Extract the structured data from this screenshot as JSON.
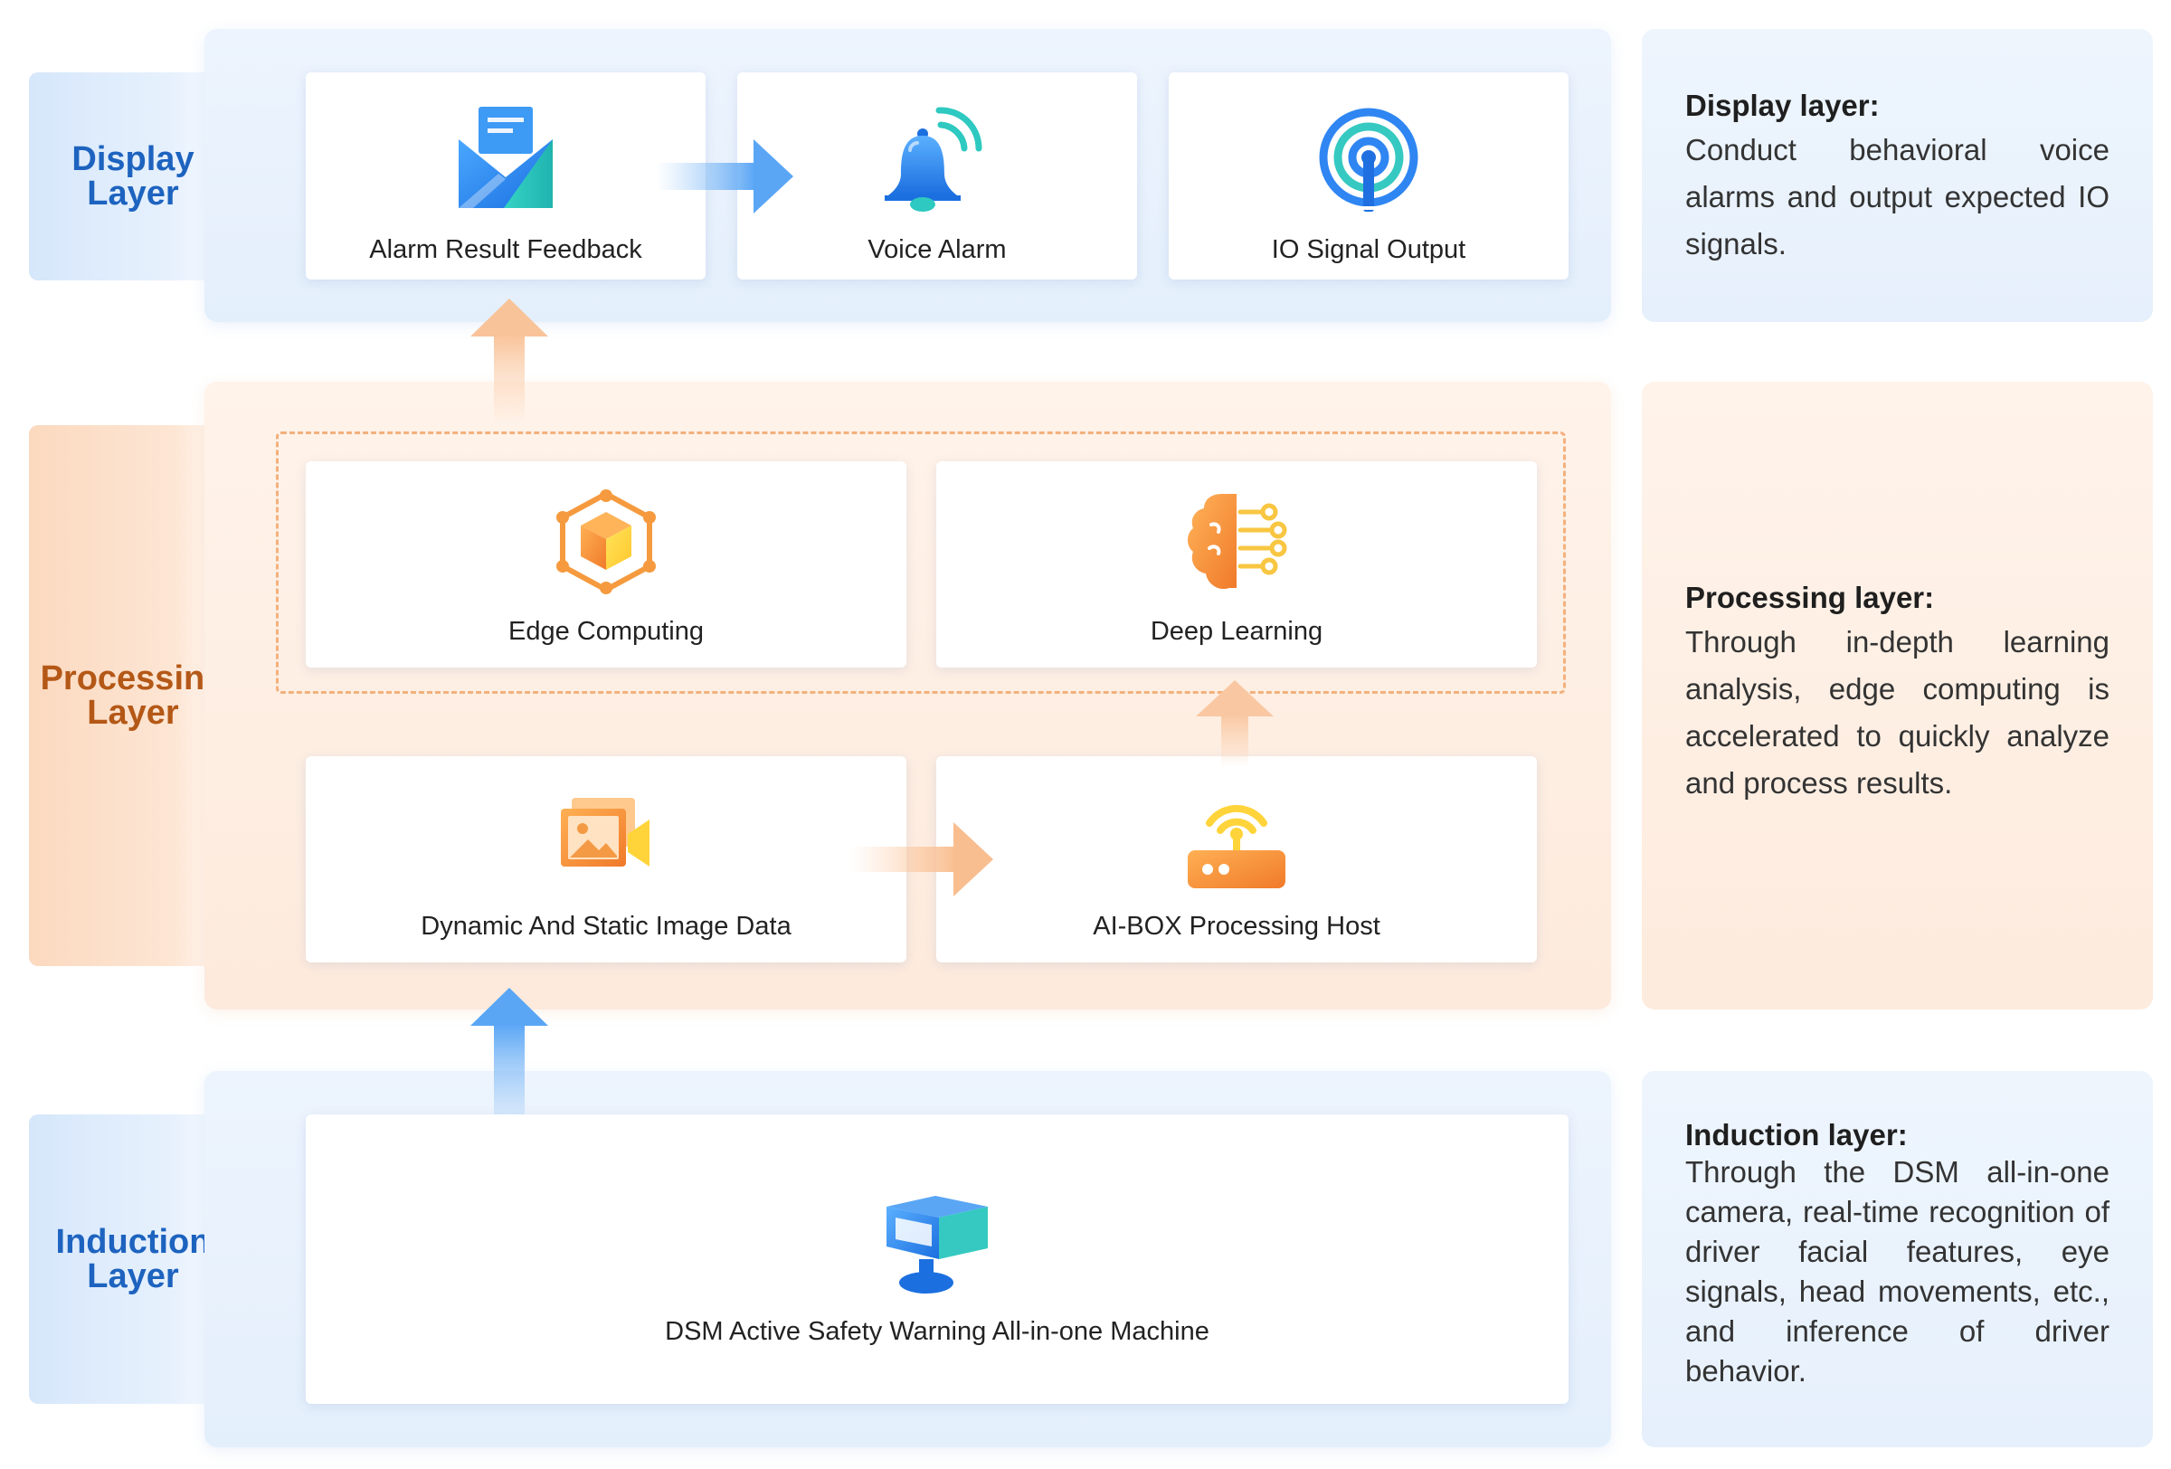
{
  "layers": {
    "display": {
      "label": "Display\nLayer",
      "cards": [
        {
          "label": "Alarm Result Feedback",
          "icon": "mail-envelope-icon"
        },
        {
          "label": "Voice Alarm",
          "icon": "bell-signal-icon"
        },
        {
          "label": "IO Signal Output",
          "icon": "wireless-broadcast-icon"
        }
      ],
      "description": {
        "title": "Display layer:",
        "body": "Conduct behavioral voice alarms and output expected IO signals."
      }
    },
    "processing": {
      "label": "Processing\nLayer",
      "cards": [
        {
          "label": "Edge Computing",
          "icon": "hexagon-cube-icon"
        },
        {
          "label": "Deep Learning",
          "icon": "brain-circuit-icon"
        },
        {
          "label": "Dynamic And Static Image Data",
          "icon": "image-video-icon"
        },
        {
          "label": "AI-BOX Processing Host",
          "icon": "router-wifi-icon"
        }
      ],
      "description": {
        "title": "Processing layer:",
        "body": "Through in-depth learning analysis, edge computing is accelerated to quickly analyze and process results."
      }
    },
    "induction": {
      "label": "Induction\nLayer",
      "cards": [
        {
          "label": "DSM Active Safety Warning All-in-one Machine",
          "icon": "dsm-camera-icon"
        }
      ],
      "description": {
        "title": "Induction layer:",
        "body": "Through the DSM all-in-one camera, real-time recognition of driver facial features, eye signals, head movements, etc., and inference of driver behavior."
      }
    }
  },
  "colors": {
    "blue_accent": "#1d63bf",
    "orange_accent": "#b45817",
    "dashed_border": "#f3b17d"
  }
}
